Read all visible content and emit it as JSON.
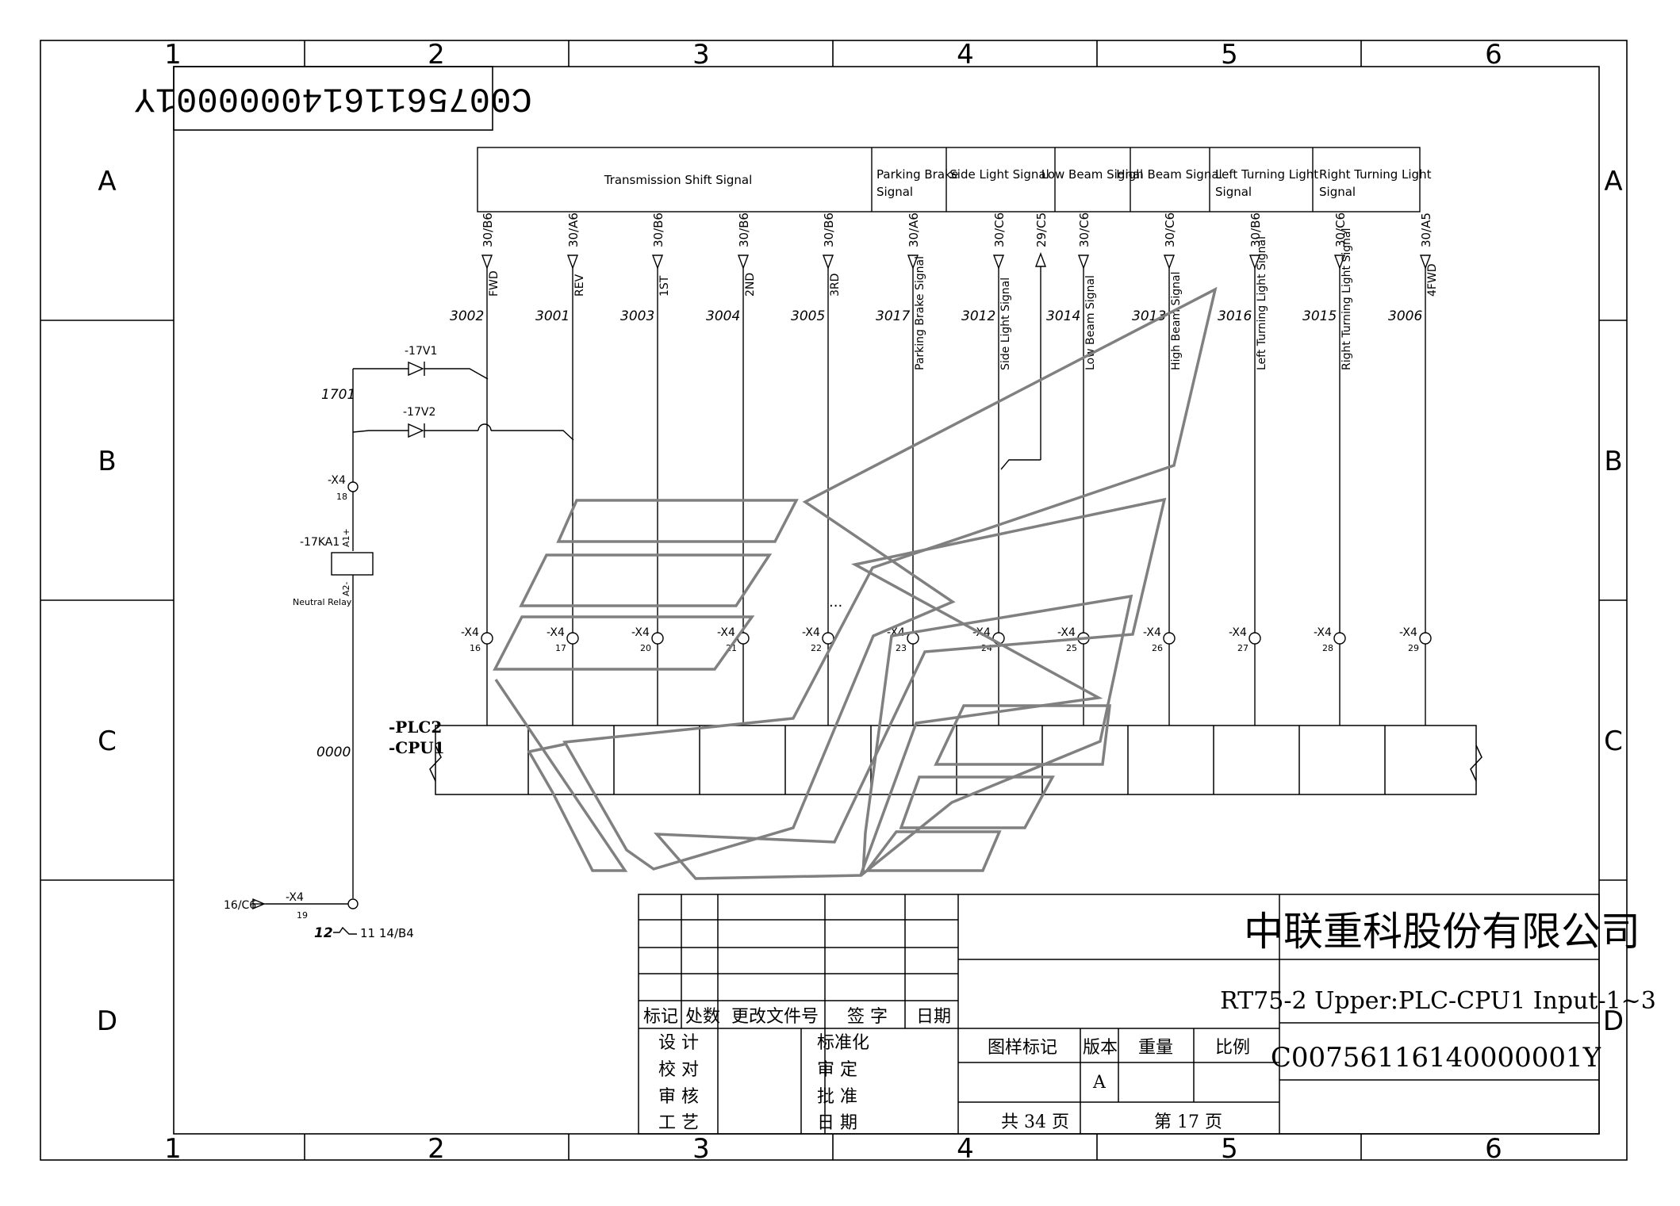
{
  "frame": {
    "cols": [
      "1",
      "2",
      "3",
      "4",
      "5",
      "6"
    ],
    "rows": [
      "A",
      "B",
      "C",
      "D"
    ]
  },
  "top_stamp": "C00756116140000001Y",
  "signal_groups": [
    {
      "label": "Transmission Shift Signal"
    },
    {
      "label": "Parking Brake\nSignal"
    },
    {
      "label": "Side Light Signal"
    },
    {
      "label": "Low Beam Signal"
    },
    {
      "label": "High Beam Signal"
    },
    {
      "label": "Left Turning Light\nSignal"
    },
    {
      "label": "Right Turning Light\nSignal"
    }
  ],
  "channels": [
    {
      "ref": "30/B6",
      "tag": "FWD",
      "wire": "3002",
      "terminal": "-X4",
      "pin": "16"
    },
    {
      "ref": "30/A6",
      "tag": "REV",
      "wire": "3001",
      "terminal": "-X4",
      "pin": "17"
    },
    {
      "ref": "30/B6",
      "tag": "1ST",
      "wire": "3003",
      "terminal": "-X4",
      "pin": "20"
    },
    {
      "ref": "30/B6",
      "tag": "2ND",
      "wire": "3004",
      "terminal": "-X4",
      "pin": "21"
    },
    {
      "ref": "30/B6",
      "tag": "3RD",
      "wire": "3005",
      "terminal": "-X4",
      "pin": "22"
    },
    {
      "ref": "30/A6",
      "tag": "Parking Brake Signal",
      "wire": "3017",
      "terminal": "-X4",
      "pin": "23"
    },
    {
      "ref": "30/C6",
      "tag": "Side Light Signal",
      "wire": "3012",
      "terminal": "-X4",
      "pin": "24"
    },
    {
      "ref": "30/C6",
      "tag": "Low Beam Signal",
      "wire": "3014",
      "terminal": "-X4",
      "pin": "25"
    },
    {
      "ref": "30/C6",
      "tag": "High Beam Signal",
      "wire": "3013",
      "terminal": "-X4",
      "pin": "26"
    },
    {
      "ref": "30/B6",
      "tag": "Left Turning Light Signal",
      "wire": "3016",
      "terminal": "-X4",
      "pin": "27"
    },
    {
      "ref": "30/C6",
      "tag": "Right Turning Light Signal",
      "wire": "3015",
      "terminal": "-X4",
      "pin": "28"
    },
    {
      "ref": "30/A5",
      "tag": "4FWD",
      "wire": "3006",
      "terminal": "-X4",
      "pin": "29"
    }
  ],
  "extra_ref": "29/C5",
  "dots": "...",
  "left_circuit": {
    "wire_1701": "1701",
    "diode1": "-17V1",
    "diode2": "-17V2",
    "x4_top": "-X4",
    "x4_top_pin": "18",
    "relay": "-17KA1",
    "relay_a1": "A1+",
    "relay_a2": "A2-",
    "relay_name": "Neutral Relay",
    "wire_0000": "0000",
    "x4_bottom": "-X4",
    "x4_bottom_pin": "19",
    "src_ref": "16/C6",
    "contact_num": "12",
    "contact_text": "11  14/B4"
  },
  "plc": {
    "line1": "-PLC2",
    "line2": "-CPU1"
  },
  "title_block": {
    "headers": [
      "标记",
      "处数",
      "更改文件号",
      "签 字",
      "日期"
    ],
    "roles_left": [
      "设 计",
      "校 对",
      "审 核",
      "工 艺"
    ],
    "roles_right": [
      "标准化",
      "审 定",
      "批 准",
      "日 期"
    ],
    "mid_headers": [
      "图样标记",
      "版本",
      "重量",
      "比例"
    ],
    "version": "A",
    "total_pages": "共  34  页",
    "page_no": "第  17  页",
    "company": "中联重科股份有限公司",
    "drawing_title": "RT75-2 Upper:PLC-CPU1 Input-1~3",
    "drawing_number": "C00756116140000001Y"
  },
  "colors": {
    "line": "#000000",
    "watermark": "#808080"
  }
}
